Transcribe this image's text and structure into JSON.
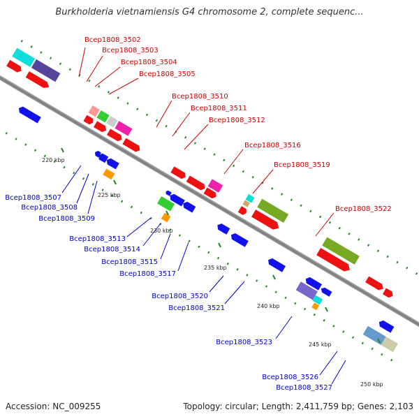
{
  "title": "Burkholderia vietnamiensis G4 chromosome 2, complete sequenc...",
  "footer": {
    "accession": "Accession: NC_009255",
    "topology": "Topology: circular; Length: 2,411,759 bp; Genes: 2,103"
  },
  "colors": {
    "forward_label": "#cc0000",
    "reverse_label": "#0000cc",
    "backbone": "#8a8a8a",
    "dots": "#228822",
    "red_gene": "#ee1111",
    "blue_gene": "#1111ee"
  },
  "ticks": [
    "220 kbp",
    "225 kbp",
    "230 kbp",
    "235 kbp",
    "240 kbp",
    "245 kbp",
    "250 kbp"
  ],
  "labels_forward": [
    "Bcep1808_3502",
    "Bcep1808_3503",
    "Bcep1808_3504",
    "Bcep1808_3505",
    "Bcep1808_3510",
    "Bcep1808_3511",
    "Bcep1808_3512",
    "Bcep1808_3516",
    "Bcep1808_3519",
    "Bcep1808_3522"
  ],
  "labels_reverse": [
    "Bcep1808_3507",
    "Bcep1808_3508",
    "Bcep1808_3509",
    "Bcep1808_3513",
    "Bcep1808_3514",
    "Bcep1808_3515",
    "Bcep1808_3517",
    "Bcep1808_3520",
    "Bcep1808_3521",
    "Bcep1808_3523",
    "Bcep1808_3526",
    "Bcep1808_3527"
  ]
}
